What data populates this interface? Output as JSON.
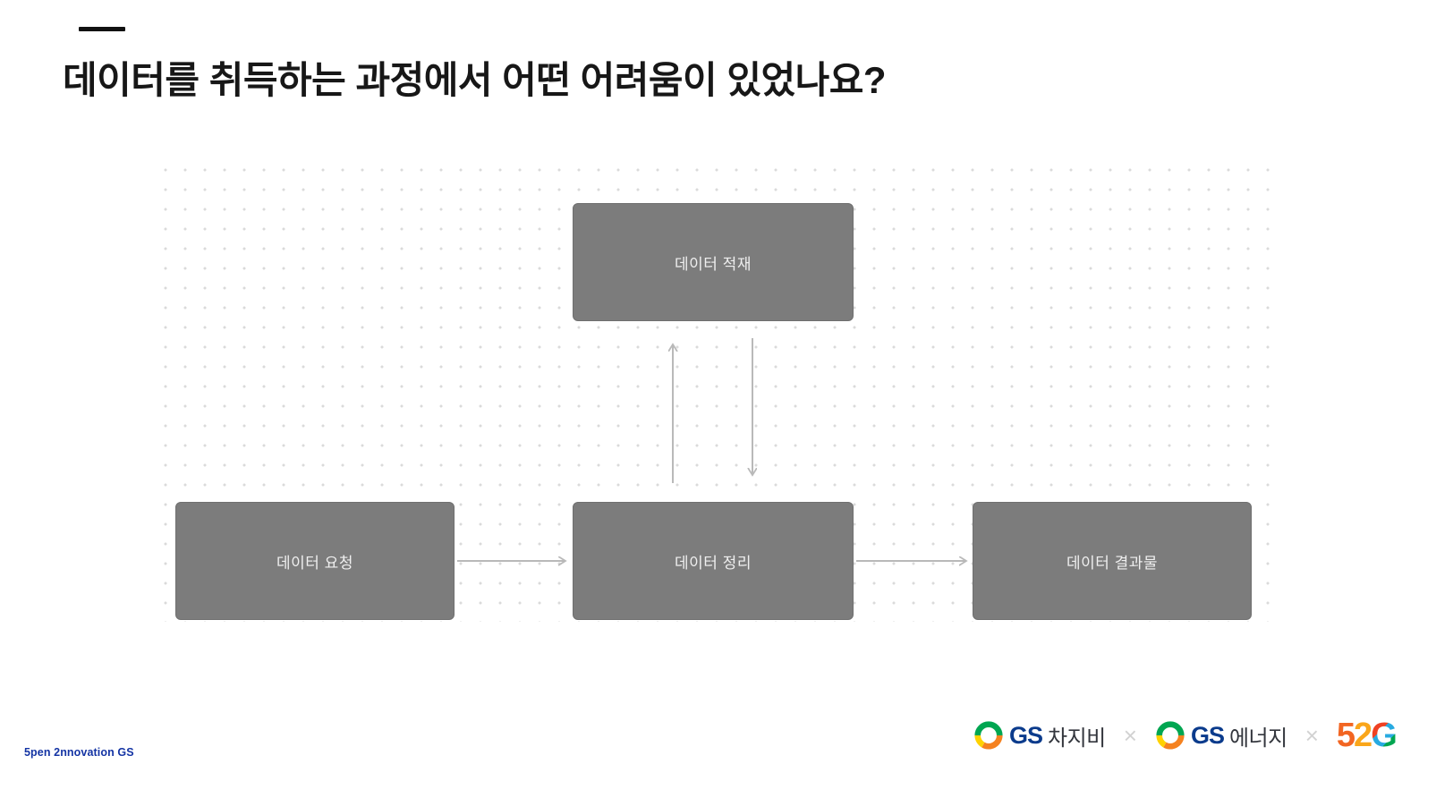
{
  "slide": {
    "title": "데이터를 취득하는 과정에서 어떤 어려움이 있었나요?",
    "footer_brand": "5pen 2nnovation GS"
  },
  "diagram": {
    "nodes": {
      "load": {
        "label": "데이터 적재"
      },
      "request": {
        "label": "데이터 요청"
      },
      "organize": {
        "label": "데이터 정리"
      },
      "result": {
        "label": "데이터 결과물"
      }
    },
    "edges": [
      {
        "from": "request",
        "to": "organize",
        "direction": "right"
      },
      {
        "from": "organize",
        "to": "load",
        "direction": "up"
      },
      {
        "from": "load",
        "to": "organize",
        "direction": "down"
      },
      {
        "from": "organize",
        "to": "result",
        "direction": "right"
      }
    ]
  },
  "footer_logos": {
    "gs_chargev": {
      "gs": "GS",
      "suffix": "차지비"
    },
    "gs_energy": {
      "gs": "GS",
      "suffix": "에너지"
    },
    "separator": "×",
    "logo_52g": {
      "d1": "5",
      "d2": "2",
      "d3": "G"
    }
  },
  "colors": {
    "box_fill": "#7c7c7c",
    "box_text": "#efefef",
    "arrow": "#b9b9b9",
    "dot_grid": "#dadada",
    "title_text": "#171717",
    "footer_blue": "#1434a4",
    "gs_navy": "#0b3b8c",
    "accent_green": "#00a651",
    "accent_yellow": "#fdb813",
    "accent_orange": "#f26522",
    "accent_red": "#ef4123",
    "accent_blue": "#27aae1"
  }
}
